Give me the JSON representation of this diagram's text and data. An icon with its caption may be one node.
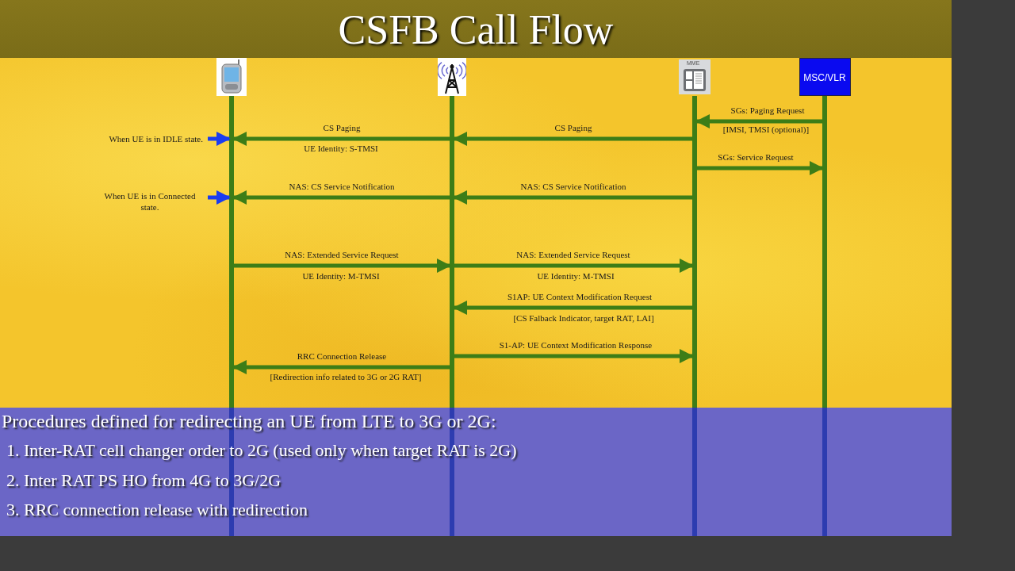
{
  "diagram": {
    "title": "CSFB Call Flow",
    "nodes": [
      {
        "text": [],
        "shape": "picture"
      },
      {
        "text": [],
        "shape": "picture"
      },
      {
        "text": [
          "MME"
        ]
      },
      {
        "text": [
          "MSC/VLR"
        ]
      },
      {
        "text": [
          "When UE is in IDLE state."
        ]
      },
      {
        "text": [
          "When UE is in Connected state."
        ]
      }
    ],
    "edges": [
      {
        "from": 3,
        "to": 2,
        "arrow": "to",
        "label": "SGs: Paging Request"
      },
      {
        "from": 2,
        "to": 1,
        "arrow": "to",
        "label": "CS Paging"
      },
      {
        "from": 1,
        "to": 0,
        "arrow": "to",
        "label": "CS Paging"
      },
      {
        "from": 4,
        "to": 0,
        "arrow": "to",
        "color": "#1a3cf0"
      },
      {
        "from": 2,
        "to": 3,
        "arrow": "to",
        "label": "SGs: Service Request"
      },
      {
        "from": 2,
        "to": 1,
        "arrow": "to",
        "label": "NAS: CS Service Notification"
      },
      {
        "from": 1,
        "to": 0,
        "arrow": "to",
        "label": "NAS: CS Service Notification"
      },
      {
        "from": 5,
        "to": 0,
        "arrow": "to",
        "color": "#1a3cf0"
      },
      {
        "from": 0,
        "to": 1,
        "arrow": "to",
        "label": "NAS: Extended Service Request"
      },
      {
        "from": 1,
        "to": 2,
        "arrow": "to",
        "label": "NAS: Extended Service Request"
      },
      {
        "from": 2,
        "to": 1,
        "arrow": "to",
        "label": "S1AP: UE Context Modification Request"
      },
      {
        "from": 1,
        "to": 2,
        "arrow": "to",
        "label": "S1-AP: UE Context Modification Response"
      },
      {
        "from": 1,
        "to": 0,
        "arrow": "to",
        "label": "RRC Connection Release"
      }
    ],
    "labels": [
      "[IMSI, TMSI (optional)]",
      "UE Identity: S-TMSI",
      "UE Identity: M-TMSI",
      "UE Identity: M-TMSI",
      "[CS Falback Indicator, target RAT, LAI]",
      "[Redirection info related to 3G or 2G RAT]",
      "Procedures defined for redirecting an UE from LTE to 3G or 2G:",
      "1. Inter-RAT cell changer order to 2G (used only when target RAT is 2G)",
      "2. Inter RAT PS HO from 4G to 3G/2G",
      "3. RRC connection release with redirection"
    ]
  }
}
